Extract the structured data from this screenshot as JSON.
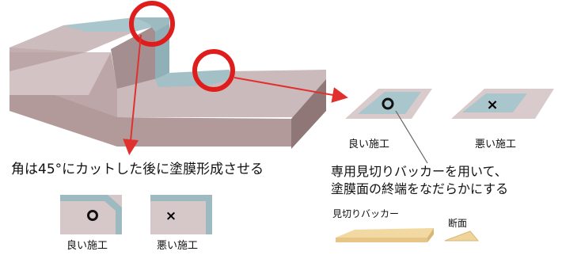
{
  "diagram": {
    "top_caption": "",
    "corner_note": "角は45°にカットした後に塗膜形成させる",
    "corner_examples": [
      {
        "symbol": "O",
        "label": "良い施工"
      },
      {
        "symbol": "×",
        "label": "悪い施工"
      }
    ],
    "edge_examples": [
      {
        "symbol": "O",
        "label": "良い施工"
      },
      {
        "symbol": "×",
        "label": "悪い施工"
      }
    ],
    "edge_note_line1": "専用見切りバッカーを用いて、",
    "edge_note_line2": "塗膜面の終端をなだらかにする",
    "backer_label": "見切りバッカー",
    "section_label": "断面",
    "colors": {
      "block_top": "#c9b7b8",
      "block_side": "#a89091",
      "coating": "#9fbcc2",
      "highlight": "#e01d1d",
      "arrow": "#e0312e"
    }
  }
}
